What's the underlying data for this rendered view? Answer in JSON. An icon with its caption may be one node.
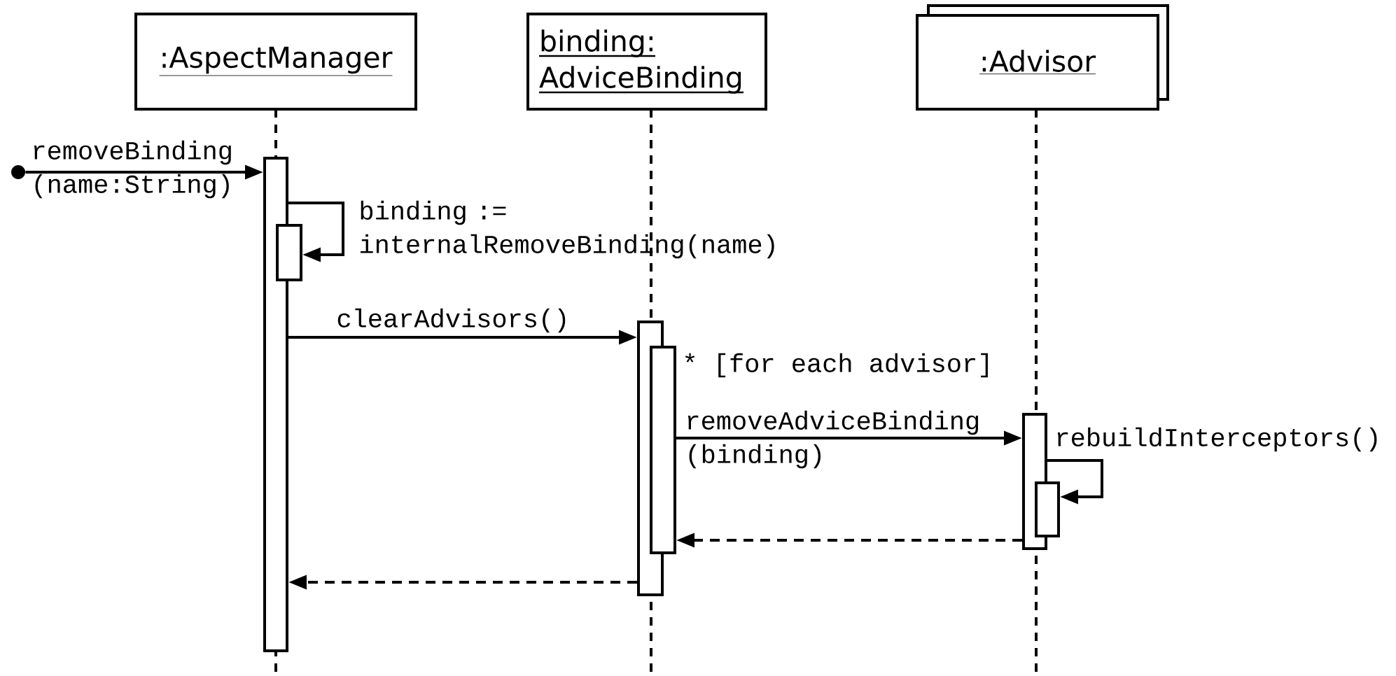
{
  "diagram": {
    "nodes": [
      {
        "text": [
          ":AspectManager"
        ]
      },
      {
        "text": [
          "binding: AdviceBinding"
        ]
      },
      {
        "text": [
          ":Advisor"
        ]
      },
      {
        "text": [],
        "shape": "bar"
      },
      {
        "text": [],
        "shape": "bar"
      },
      {
        "text": [],
        "shape": "bar"
      },
      {
        "text": [],
        "shape": "bar"
      },
      {
        "text": [],
        "shape": "bar"
      },
      {
        "text": [],
        "shape": "bar"
      },
      {
        "text": [],
        "shape": "circle"
      }
    ],
    "edges": [
      {
        "from": 9,
        "to": 3,
        "arrow": "to",
        "label": "removeBinding (name:String)"
      },
      {
        "from": 3,
        "to": 4,
        "arrow": "to",
        "label": "binding := internalRemoveBinding(name)"
      },
      {
        "from": 3,
        "to": 5,
        "arrow": "to",
        "label": "clearAdvisors()"
      },
      {
        "from": 6,
        "to": 7,
        "arrow": "to",
        "label": "removeAdviceBinding (binding)"
      },
      {
        "from": 7,
        "to": 8,
        "arrow": "to",
        "label": "rebuildInterceptors()"
      },
      {
        "from": 7,
        "to": 6,
        "arrow": "to",
        "style": "dashed"
      },
      {
        "from": 5,
        "to": 3,
        "arrow": "to",
        "style": "dashed"
      }
    ],
    "labels": [
      "* [for each advisor]"
    ]
  }
}
